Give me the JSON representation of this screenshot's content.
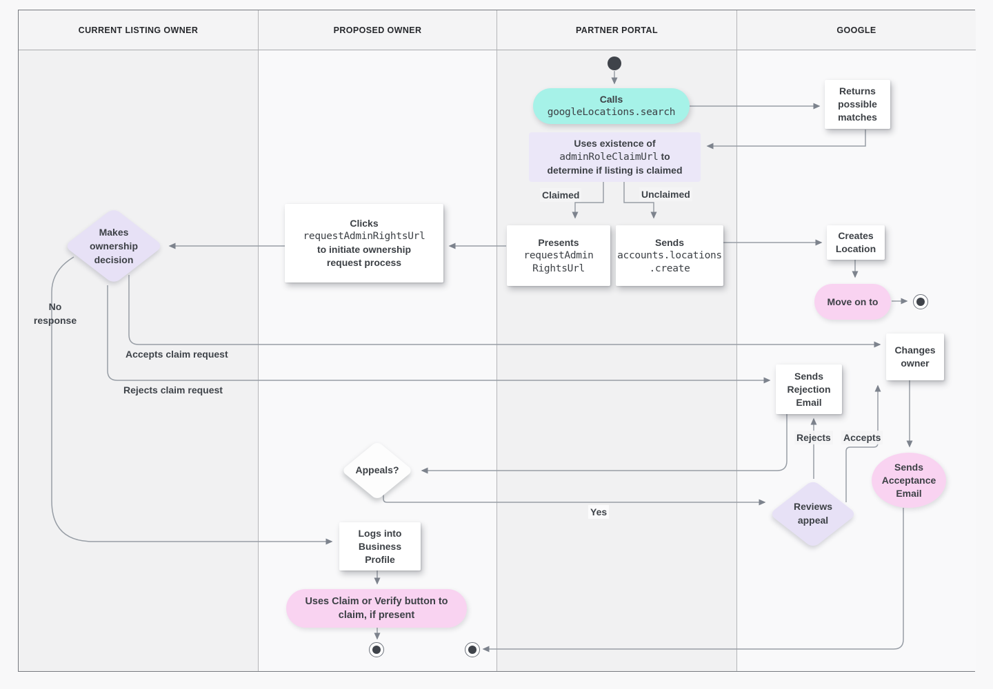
{
  "header": {
    "lanes": [
      "CURRENT LISTING OWNER",
      "PROPOSED OWNER",
      "PARTNER PORTAL",
      "GOOGLE"
    ]
  },
  "colors": {
    "accent_teal": "#a6f2e8",
    "accent_lavender": "#ebe7f8",
    "accent_diamond_lavender": "#e7e1f6",
    "accent_pink": "#f9d3f1",
    "node_white": "#ffffff",
    "connector_gray": "#979da5",
    "text": "#3c4045",
    "lane_light": "#f9f9fa",
    "lane_dark": "#f1f1f2"
  },
  "nodes": {
    "calls": {
      "title": "Calls",
      "code": "googleLocations.search"
    },
    "returns_matches": {
      "text": "Returns possible matches"
    },
    "uses_existence": {
      "line1": "Uses existence of",
      "code": "adminRoleClaimUrl",
      "line2_suffix": "to",
      "line3": "determine if listing is claimed"
    },
    "presents": {
      "title": "Presents",
      "code_lines": [
        "requestAdmin",
        "RightsUrl"
      ]
    },
    "sends_create": {
      "title": "Sends",
      "code_lines": [
        "accounts.locations",
        ".create"
      ]
    },
    "clicks": {
      "title": "Clicks",
      "code": "requestAdminRightsUrl",
      "rest": "to initiate ownership request process"
    },
    "makes_decision": {
      "text": "Makes ownership decision"
    },
    "creates_location": {
      "text": "Creates Location"
    },
    "move_on_to": {
      "text": "Move on to"
    },
    "changes_owner": {
      "text": "Changes owner"
    },
    "sends_rejection": {
      "text": "Sends Rejection Email"
    },
    "sends_acceptance": {
      "text": "Sends Acceptance Email"
    },
    "reviews_appeal": {
      "text": "Reviews appeal"
    },
    "appeals": {
      "text": "Appeals?"
    },
    "logs_into": {
      "text": "Logs into Business Profile"
    },
    "uses_claim": {
      "text": "Uses Claim or Verify button to claim, if present"
    }
  },
  "edge_labels": {
    "claimed": "Claimed",
    "unclaimed": "Unclaimed",
    "no_response": "No response",
    "accepts_claim": "Accepts claim request",
    "rejects_claim": "Rejects claim request",
    "rejects": "Rejects",
    "accepts": "Accepts",
    "yes": "Yes"
  }
}
